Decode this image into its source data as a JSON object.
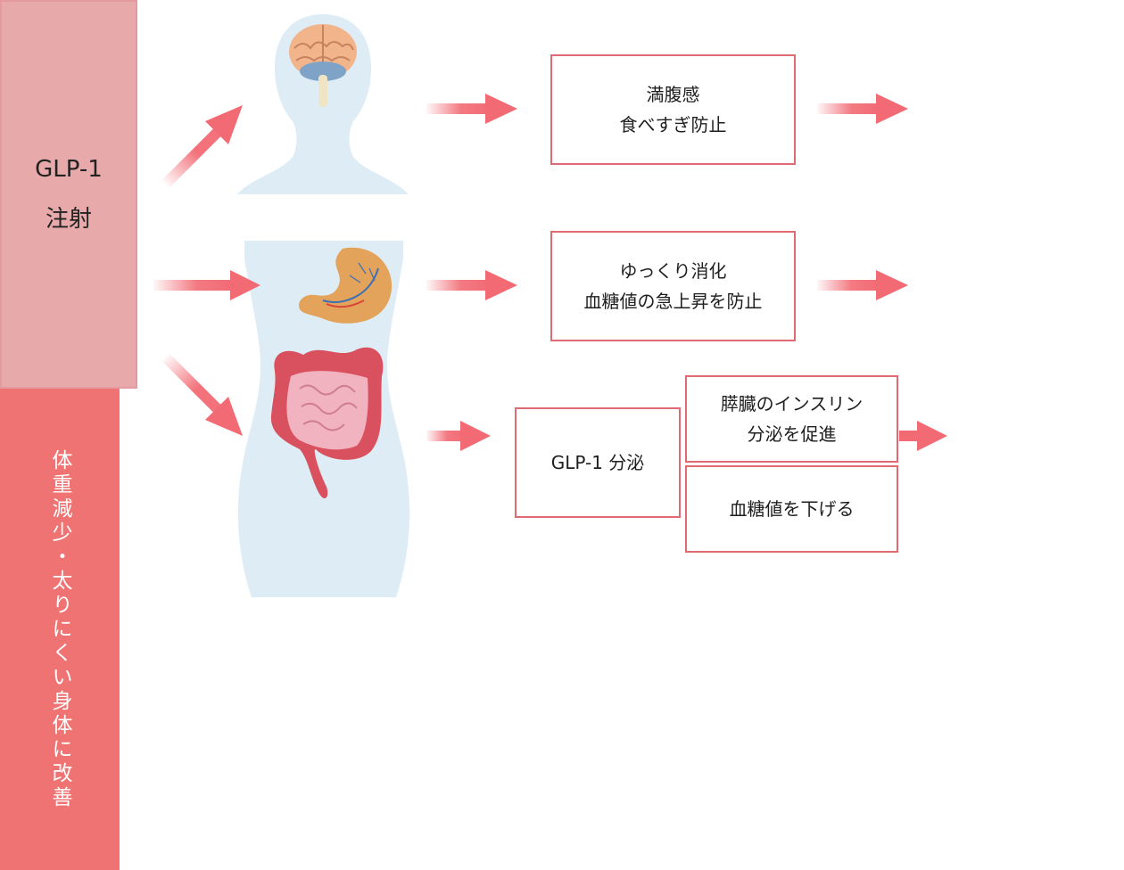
{
  "left_box": {
    "line1": "GLP-1",
    "line2": "注射"
  },
  "outcomes": {
    "satiety": {
      "line1": "満腹感",
      "line2": "食べすぎ防止"
    },
    "digestion": {
      "line1": "ゆっくり消化",
      "line2": "血糖値の急上昇を防止"
    },
    "secretion": {
      "label": "GLP-1 分泌"
    },
    "insulin": {
      "line1": "膵臓のインスリン",
      "line2": "分泌を促進"
    },
    "glucose": {
      "label": "血糖値を下げる"
    }
  },
  "result": {
    "label": "体重減少・太りにくい身体に改善"
  },
  "colors": {
    "arrow": "#f26b74",
    "left_box_fill": "#e8a9ab",
    "result_fill": "#ef7373",
    "box_border": "#e06a72",
    "body_silhouette": "#deedf5"
  },
  "icons": [
    "brain-icon",
    "stomach-icon",
    "intestines-icon",
    "human-silhouette"
  ]
}
